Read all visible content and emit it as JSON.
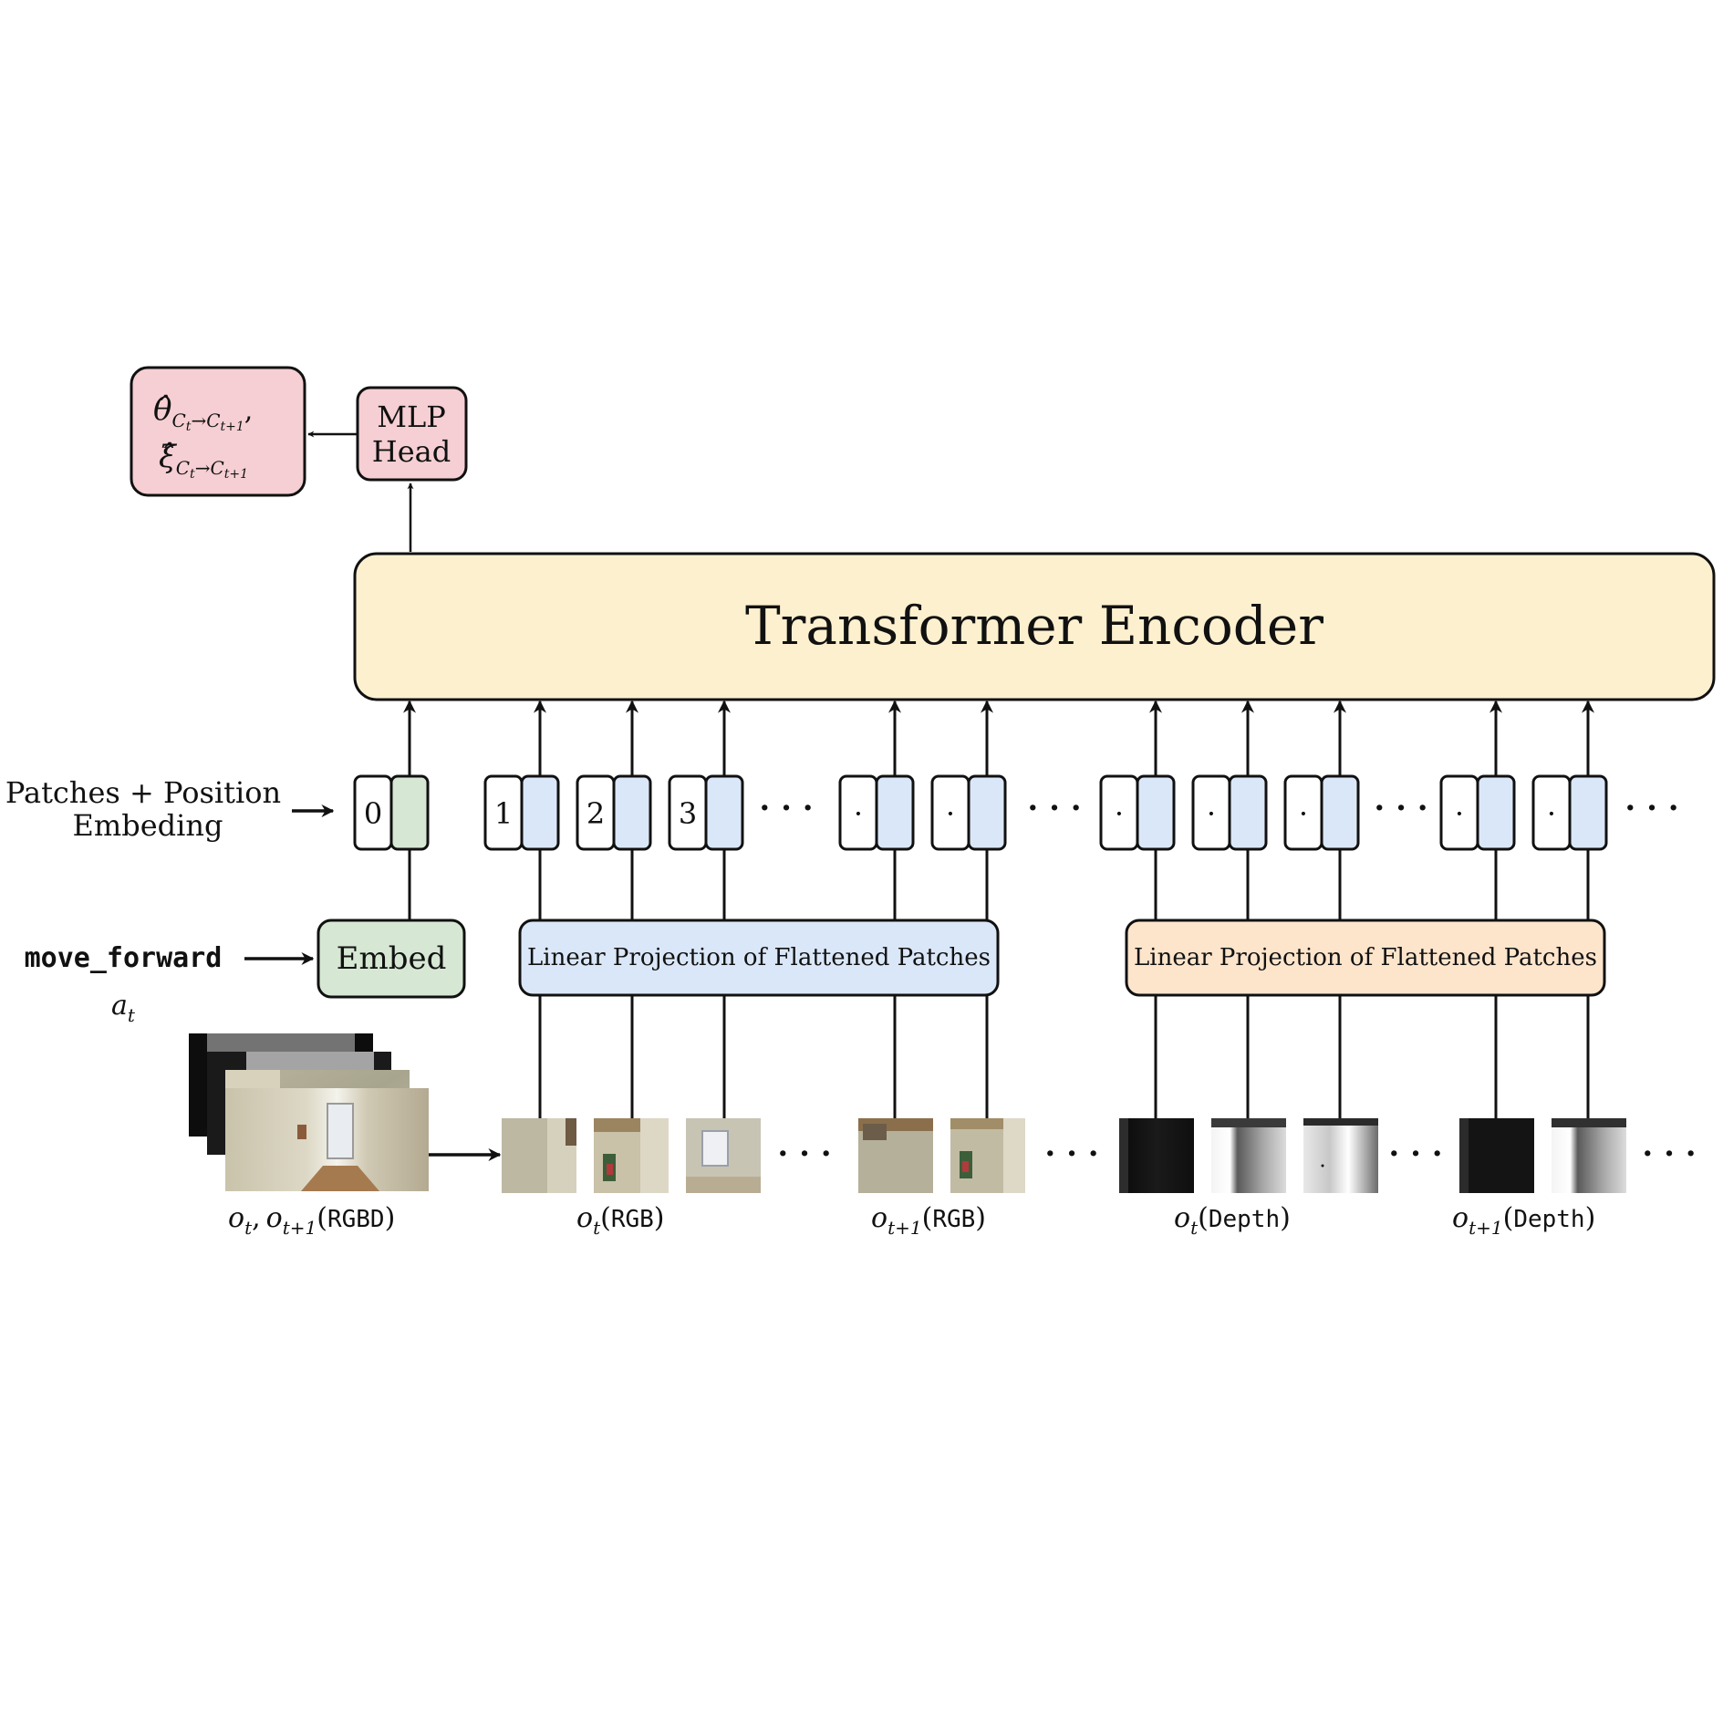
{
  "output_box": {
    "line1": {
      "sym": "θ̂",
      "sub": "C",
      "sub2": "t",
      "arrow": "→",
      "sub3": "C",
      "sub4": "t+1",
      "tail": ","
    },
    "line2": {
      "sym": "ξ̂",
      "sub": "C",
      "sub2": "t",
      "arrow": "→",
      "sub3": "C",
      "sub4": "t+1"
    }
  },
  "mlp_head": {
    "line1": "MLP",
    "line2": "Head"
  },
  "transformer": {
    "label": "Transformer Encoder"
  },
  "patches_label": {
    "line1": "Patches + Position",
    "line2": "Embeding"
  },
  "tokens": {
    "cls": "0",
    "n1": "1",
    "n2": "2",
    "n3": "3",
    "dot": "·",
    "ellipsis": "· · ·"
  },
  "action": {
    "name": "move_forward",
    "symbol": "a",
    "subscript": "t"
  },
  "embed": {
    "label": "Embed"
  },
  "projection_rgb": {
    "label": "Linear Projection of Flattened Patches"
  },
  "projection_depth": {
    "label": "Linear Projection of Flattened Patches"
  },
  "captions": {
    "rgbd": {
      "o1": "o",
      "s1": "t",
      "sep": ",",
      "o2": "o",
      "s2": "t+1",
      "mod": "RGBD"
    },
    "rgb_t": {
      "o": "o",
      "s": "t",
      "mod": "RGB"
    },
    "rgb_t1": {
      "o": "o",
      "s": "t+1",
      "mod": "RGB"
    },
    "depth_t": {
      "o": "o",
      "s": "t",
      "mod": "Depth"
    },
    "depth_t1": {
      "o": "o",
      "s": "t+1",
      "mod": "Depth"
    }
  },
  "colors": {
    "transformer_fill": "#fdf0cf",
    "mlp_fill": "#f5cfd3",
    "embed_fill": "#d6e8d4",
    "rgb_fill": "#dae7f8",
    "depth_fill": "#fde5cc",
    "stroke": "#111111"
  }
}
